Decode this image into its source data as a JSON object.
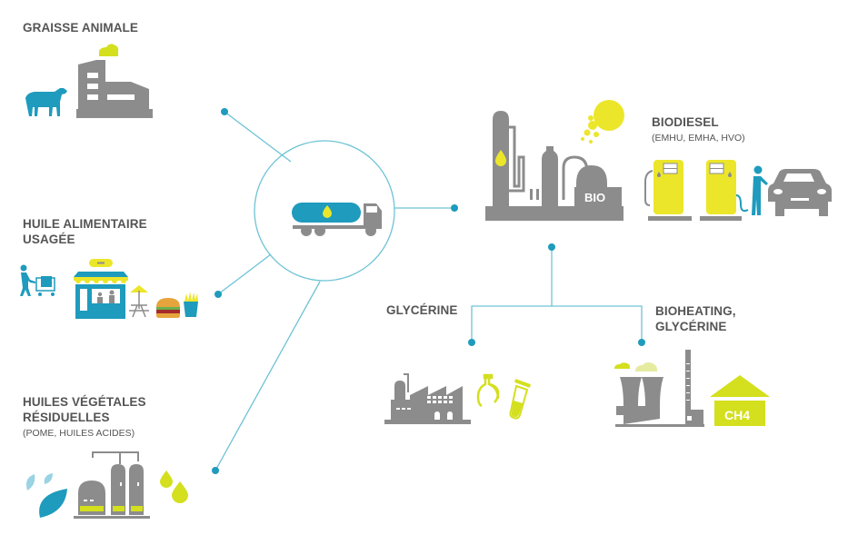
{
  "colors": {
    "line": "#6ec3d6",
    "dot": "#1e9bbd",
    "gray": "#8c8c8c",
    "teal": "#1e9bbd",
    "lime": "#d4df1e",
    "yellow": "#ece62a",
    "text": "#555555"
  },
  "inputs": [
    {
      "id": "graisse",
      "title": "GRAISSE ANIMALE",
      "subtitle": "",
      "icons": [
        "cow-icon",
        "factory-icon",
        "smoke-cloud-icon"
      ]
    },
    {
      "id": "huile",
      "title_line1": "HUILE ALIMENTAIRE",
      "title_line2": "USAGÉE",
      "icons": [
        "person-cart-icon",
        "food-kiosk-icon",
        "picnic-table-icon",
        "burger-icon",
        "fries-icon"
      ]
    },
    {
      "id": "vegetales",
      "title_line1": "HUILES VÉGÉTALES",
      "title_line2": "RÉSIDUELLES",
      "subtitle": "(POME, HUILES ACIDES)",
      "icons": [
        "leaves-icon",
        "tanks-icon",
        "oil-drops-icon"
      ]
    }
  ],
  "hub": {
    "icon": "tanker-truck-icon"
  },
  "refinery": {
    "badge": "BIO",
    "icon": "refinery-icon"
  },
  "outputs": [
    {
      "id": "biodiesel",
      "title": "BIODIESEL",
      "subtitle": "(EMHU, EMHA, HVO)",
      "icons": [
        "fuel-pump-icon",
        "fuel-pump-icon",
        "person-refuel-icon",
        "car-icon"
      ]
    },
    {
      "id": "glycerine",
      "title": "GLYCÉRINE",
      "icons": [
        "factory-icon",
        "jug-icon",
        "test-tube-icon"
      ]
    },
    {
      "id": "bioheating",
      "title_line1": "BIOHEATING,",
      "title_line2": "GLYCÉRINE",
      "badge": "CH4",
      "icons": [
        "power-plant-icon",
        "house-icon"
      ]
    }
  ]
}
